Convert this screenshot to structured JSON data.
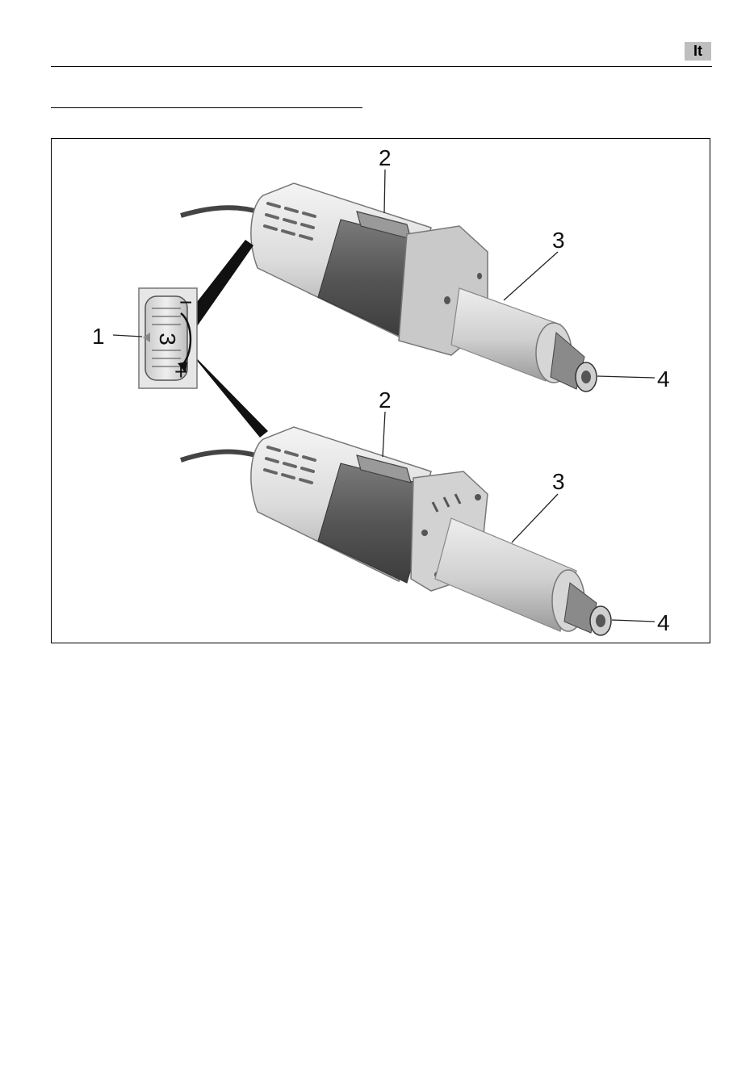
{
  "header": {
    "language_badge": "It"
  },
  "figure": {
    "callouts": {
      "speed_dial": "1",
      "switch_top": "2",
      "housing_top": "3",
      "collet_top": "4",
      "switch_bottom": "2",
      "housing_bottom": "3",
      "collet_bottom": "4"
    },
    "dial": {
      "number": "3",
      "minus": "−",
      "plus": "+"
    }
  }
}
